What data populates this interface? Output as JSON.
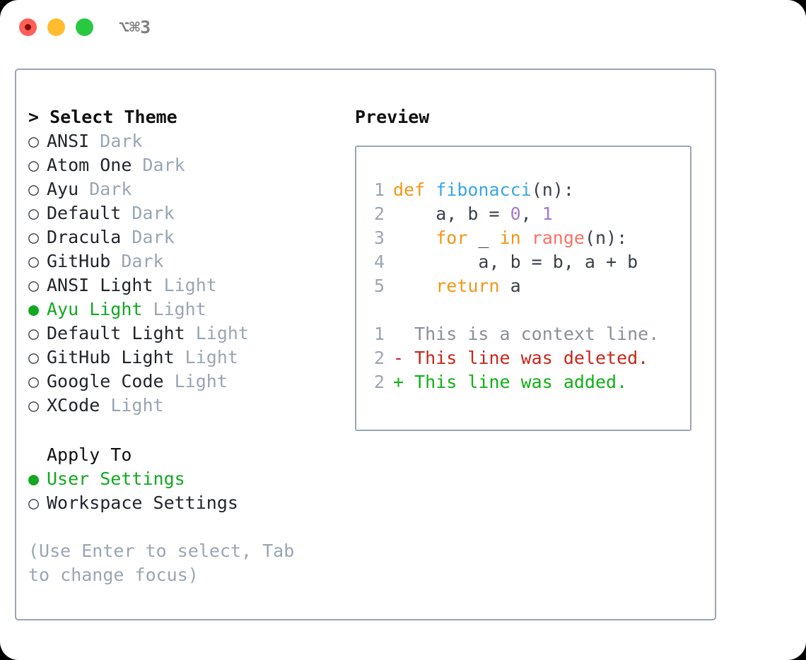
{
  "titlebar": {
    "shortcut": "⌥⌘3",
    "buttons": {
      "close": "close",
      "minimize": "minimize",
      "maximize": "maximize"
    }
  },
  "theme_picker": {
    "header": "> Select Theme",
    "options": [
      {
        "marker": "○",
        "label": "ANSI",
        "tag": "Dark",
        "selected": false
      },
      {
        "marker": "○",
        "label": "Atom One",
        "tag": "Dark",
        "selected": false
      },
      {
        "marker": "○",
        "label": "Ayu",
        "tag": "Dark",
        "selected": false
      },
      {
        "marker": "○",
        "label": "Default",
        "tag": "Dark",
        "selected": false
      },
      {
        "marker": "○",
        "label": "Dracula",
        "tag": "Dark",
        "selected": false
      },
      {
        "marker": "○",
        "label": "GitHub",
        "tag": "Dark",
        "selected": false
      },
      {
        "marker": "○",
        "label": "ANSI Light",
        "tag": "Light",
        "selected": false
      },
      {
        "marker": "●",
        "label": "Ayu Light",
        "tag": "Light",
        "selected": true
      },
      {
        "marker": "○",
        "label": "Default Light",
        "tag": "Light",
        "selected": false
      },
      {
        "marker": "○",
        "label": "GitHub Light",
        "tag": "Light",
        "selected": false
      },
      {
        "marker": "○",
        "label": "Google Code",
        "tag": "Light",
        "selected": false
      },
      {
        "marker": "○",
        "label": "XCode",
        "tag": "Light",
        "selected": false
      }
    ]
  },
  "apply_to": {
    "header": "Apply To",
    "options": [
      {
        "marker": "●",
        "label": "User Settings",
        "selected": true
      },
      {
        "marker": "○",
        "label": "Workspace Settings",
        "selected": false
      }
    ]
  },
  "hint": "(Use Enter to select, Tab to change focus)",
  "preview": {
    "title": "Preview",
    "code_lines": [
      {
        "num": "1",
        "tokens": [
          {
            "t": "def ",
            "c": "kw"
          },
          {
            "t": "fibonacci",
            "c": "fn"
          },
          {
            "t": "(n):",
            "c": "plain"
          }
        ]
      },
      {
        "num": "2",
        "tokens": [
          {
            "t": "    a, b = ",
            "c": "plain"
          },
          {
            "t": "0",
            "c": "num"
          },
          {
            "t": ", ",
            "c": "plain"
          },
          {
            "t": "1",
            "c": "num"
          }
        ]
      },
      {
        "num": "3",
        "tokens": [
          {
            "t": "    ",
            "c": "plain"
          },
          {
            "t": "for",
            "c": "kw"
          },
          {
            "t": " _ ",
            "c": "plain"
          },
          {
            "t": "in",
            "c": "kw"
          },
          {
            "t": " ",
            "c": "plain"
          },
          {
            "t": "range",
            "c": "builtin"
          },
          {
            "t": "(n):",
            "c": "plain"
          }
        ]
      },
      {
        "num": "4",
        "tokens": [
          {
            "t": "        a, b = b, a + b",
            "c": "plain"
          }
        ]
      },
      {
        "num": "5",
        "tokens": [
          {
            "t": "    ",
            "c": "plain"
          },
          {
            "t": "return",
            "c": "kw"
          },
          {
            "t": " a",
            "c": "plain"
          }
        ]
      }
    ],
    "diff_lines": [
      {
        "num": "1",
        "sign": "  ",
        "text": "This is a context line.",
        "kind": "ctx"
      },
      {
        "num": "2",
        "sign": "- ",
        "text": "This line was deleted.",
        "kind": "del"
      },
      {
        "num": "2",
        "sign": "+ ",
        "text": "This line was added.",
        "kind": "add"
      }
    ]
  },
  "colors": {
    "accent_green": "#12a821",
    "muted": "#9aa5b4",
    "border": "#9aa5b4",
    "keyword": "#f29718",
    "function": "#39a7e8",
    "builtin": "#fa7268",
    "number": "#a37acc",
    "diff_delete": "#c8261a",
    "diff_add": "#11b016"
  }
}
